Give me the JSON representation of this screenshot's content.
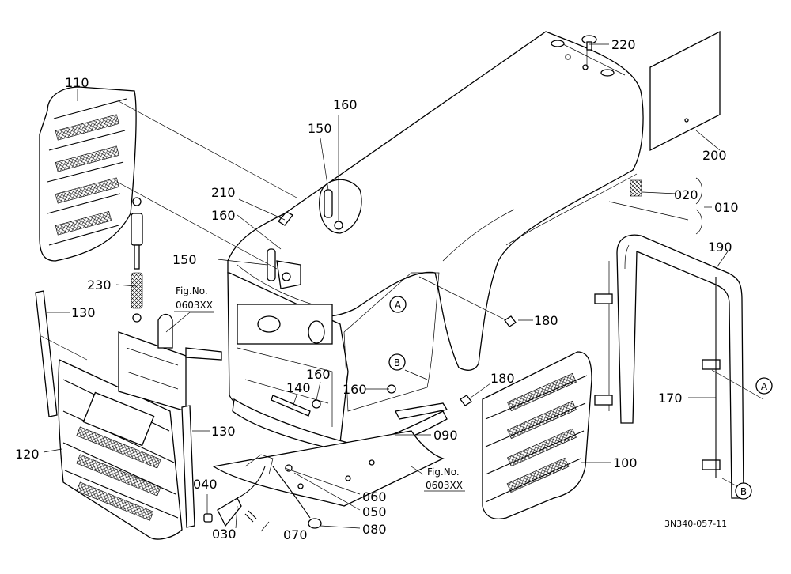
{
  "labels": {
    "p220": "220",
    "p200": "200",
    "p020": "020",
    "p010": "010",
    "p190": "190",
    "p180a": "180",
    "p180b": "180",
    "p170": "170",
    "p110": "110",
    "p160a": "160",
    "p160b": "160",
    "p160c": "160",
    "p160d": "160",
    "p150a": "150",
    "p150b": "150",
    "p210": "210",
    "p230": "230",
    "p130a": "130",
    "p130b": "130",
    "p140": "140",
    "p120": "120",
    "p100": "100",
    "p090": "090",
    "p040": "040",
    "p060": "060",
    "p050": "050",
    "p080": "080",
    "p030": "030",
    "p070": "070"
  },
  "callouts": {
    "a1": "A",
    "a2": "A",
    "b1": "B",
    "b2": "B"
  },
  "fig_refs": {
    "ref1_title": "Fig.No.",
    "ref1_code": "0603XX",
    "ref2_title": "Fig.No.",
    "ref2_code": "0603XX"
  },
  "drawing_code": "3N340-057-11"
}
